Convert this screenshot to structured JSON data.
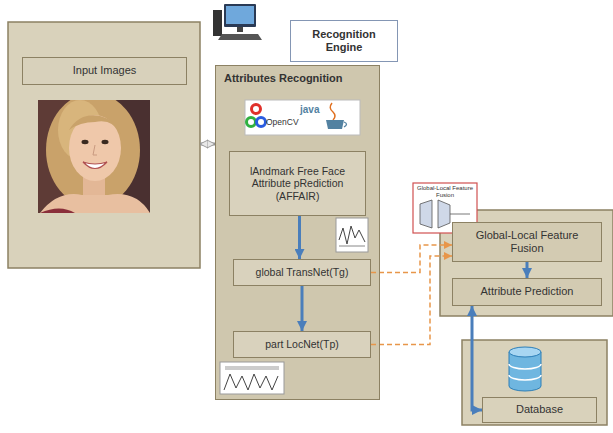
{
  "diagram": {
    "nodes": [
      {
        "text": [
          "Input Images"
        ]
      },
      {
        "text": [
          "Recognition Engine"
        ]
      },
      {
        "text": [
          "Attributes Recognition"
        ]
      },
      {
        "text": [
          "lAndmark Free Face Attribute pRediction (AFFAIR)"
        ],
        "in": 2
      },
      {
        "text": [
          "global TransNet(Tg)"
        ],
        "in": 2
      },
      {
        "text": [
          "part LocNet(Tp)"
        ],
        "in": 2
      },
      {
        "text": [
          "Global-Local Feature Fusion"
        ]
      },
      {
        "text": [
          "Attribute Prediction"
        ]
      },
      {
        "text": [
          "Database"
        ]
      }
    ],
    "edges": [
      {
        "from": 0,
        "to": 2,
        "arrow": "both"
      },
      {
        "from": 3,
        "to": 4,
        "arrow": "to"
      },
      {
        "from": 4,
        "to": 5,
        "arrow": "to"
      },
      {
        "from": 4,
        "to": 6,
        "arrow": "to"
      },
      {
        "from": 5,
        "to": 6,
        "arrow": "to"
      },
      {
        "from": 6,
        "to": 7,
        "arrow": "to"
      },
      {
        "from": 7,
        "to": 8,
        "arrow": "both"
      }
    ],
    "labels": [
      "OpenCV",
      "java",
      "Global-Local Feature Fusion"
    ]
  }
}
